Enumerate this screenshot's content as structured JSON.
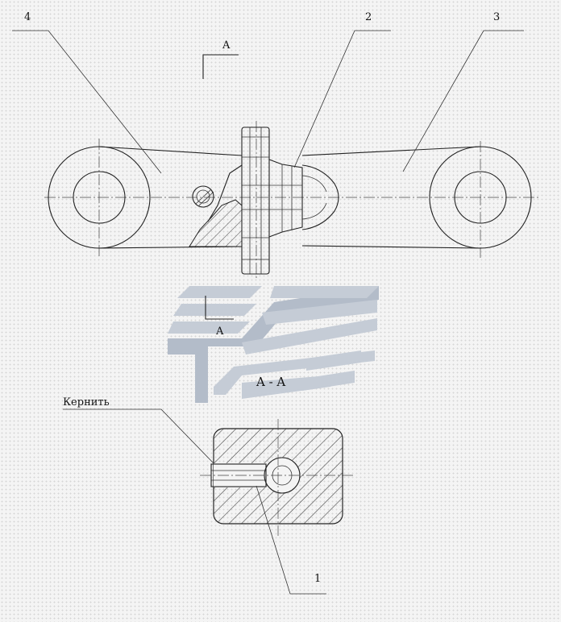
{
  "callouts": {
    "n1": "1",
    "n2": "2",
    "n3": "3",
    "n4": "4"
  },
  "section": {
    "view_letter_top": "A",
    "view_letter_mid": "A",
    "section_title": "A - A"
  },
  "note": {
    "center_punch": "Кернить"
  },
  "colors": {
    "line": "#222222",
    "hatch": "#555555",
    "watermark": "#c5ccd6",
    "background": "#f4f4f4"
  }
}
